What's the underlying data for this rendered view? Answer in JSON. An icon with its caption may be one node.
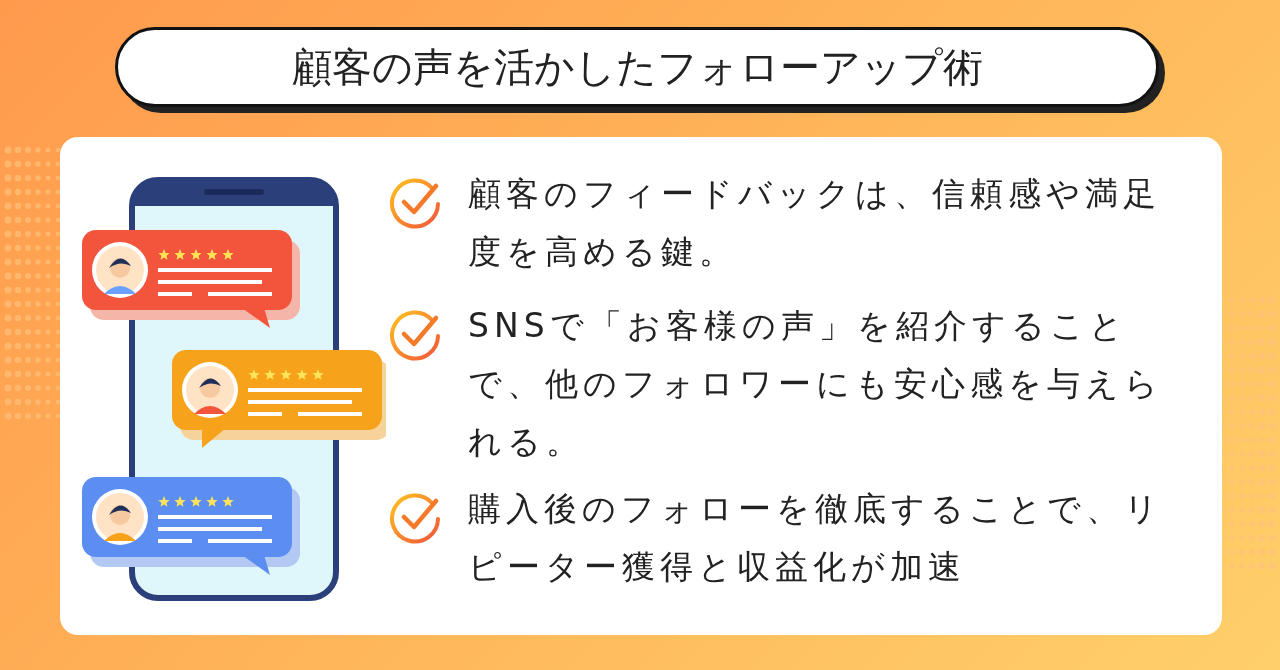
{
  "diagram": {
    "title": "顧客の声を活かしたフォローアップ術",
    "labels": [
      "顧客のフィードバックは、信頼感や満足度を高める鍵。",
      "SNSで「お客様の声」を紹介することで、他のフォロワーにも安心感を与えられる。",
      "購入後のフォローを徹底することで、リピーター獲得と収益化が加速"
    ]
  }
}
